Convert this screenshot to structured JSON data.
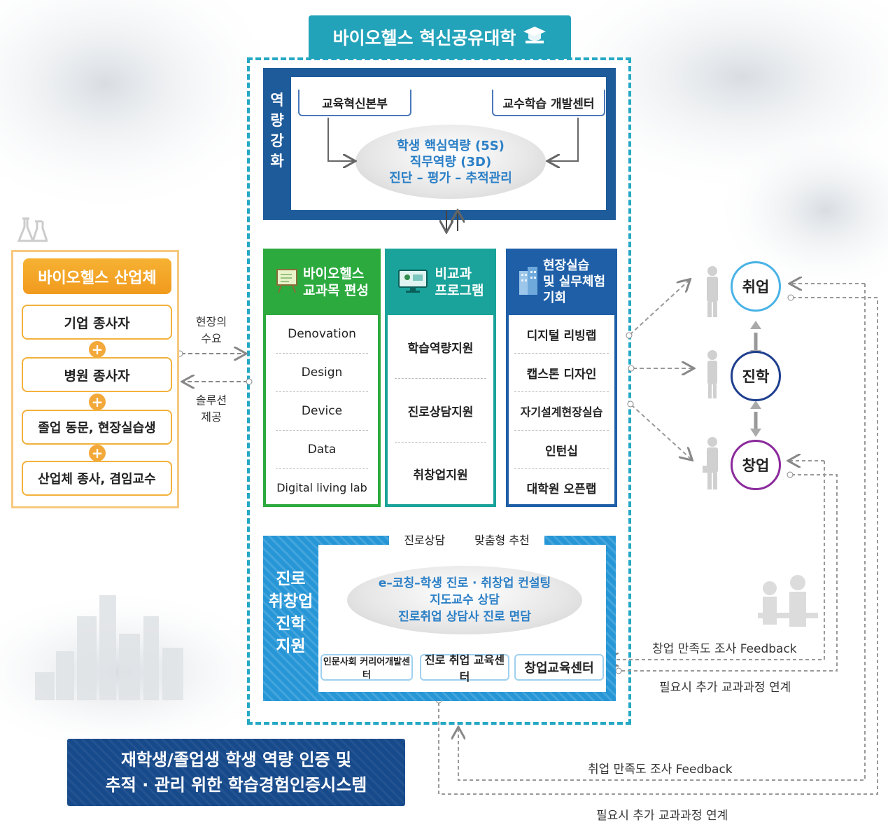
{
  "title": {
    "text": "바이오헬스 혁신공유대학",
    "icon": "graduation-cap-icon"
  },
  "competency": {
    "vertical_label": [
      "역",
      "량",
      "강",
      "화"
    ],
    "left_box": "교육혁신본부",
    "right_box": "교수학습 개발센터",
    "ellipse_lines": [
      "학생 핵심역량 (5S)",
      "직무역량 (3D)",
      "진단 – 평가 – 추적관리"
    ]
  },
  "columns": [
    {
      "heading": [
        "바이오헬스",
        "교과목 편성"
      ],
      "icon": "chalkboard-icon",
      "color": "#2caa3e",
      "items": [
        "Denovation",
        "Design",
        "Device",
        "Data",
        "Digital living lab"
      ]
    },
    {
      "heading": [
        "비교과",
        "프로그램"
      ],
      "icon": "monitor-icon",
      "color": "#1aa39a",
      "items": [
        "학습역량지원",
        "진로상담지원",
        "취창업지원"
      ]
    },
    {
      "heading": [
        "현장실습",
        "및 실무체험",
        "기회"
      ],
      "icon": "building-icon",
      "color": "#1e5fa8",
      "items": [
        "디지털 리빙랩",
        "캡스톤 디자인",
        "자기설계현장실습",
        "인턴십",
        "대학원 오픈랩"
      ]
    }
  ],
  "career": {
    "top_label_left": "진로상담",
    "top_label_right": "맞춤형 추천",
    "vertical_label": [
      "진로",
      "취창업",
      "진학",
      "지원"
    ],
    "ellipse_lines": [
      "e–코칭–학생 진로 · 취창업 컨설팅",
      "지도교수 상담",
      "진로취업 상담사 진로 면담"
    ],
    "centers": [
      "인문사회 커리어개발센터",
      "진로 취업 교육센터",
      "창업교육센터"
    ]
  },
  "industry": {
    "icon": "flask-icon",
    "title": "바이오헬스 산업체",
    "items": [
      "기업 종사자",
      "병원 종사자",
      "졸업 동문, 현장실습생",
      "산업체 종사, 겸임교수"
    ]
  },
  "flows": {
    "demand": [
      "현장의",
      "수요"
    ],
    "solution": [
      "솔루션",
      "제공"
    ]
  },
  "outcomes": [
    {
      "label": "취업",
      "color": "#4ab3e6",
      "icon": "business-person-icon"
    },
    {
      "label": "진학",
      "color": "#1f3f8f",
      "icon": "student-person-icon"
    },
    {
      "label": "창업",
      "color": "#8b2a9c",
      "icon": "entrepreneur-person-icon"
    }
  ],
  "feedback": {
    "startup_feedback": "창업 만족도 조사 Feedback",
    "startup_link": "필요시 추가 교과과정 연계",
    "employment_feedback": "취업 만족도 조사 Feedback",
    "employment_link": "필요시 추가 교과과정 연계"
  },
  "banner": [
    "재학생/졸업생 학생 역량 인증 및",
    "추적 · 관리 위한 학습경험인증시스템"
  ]
}
